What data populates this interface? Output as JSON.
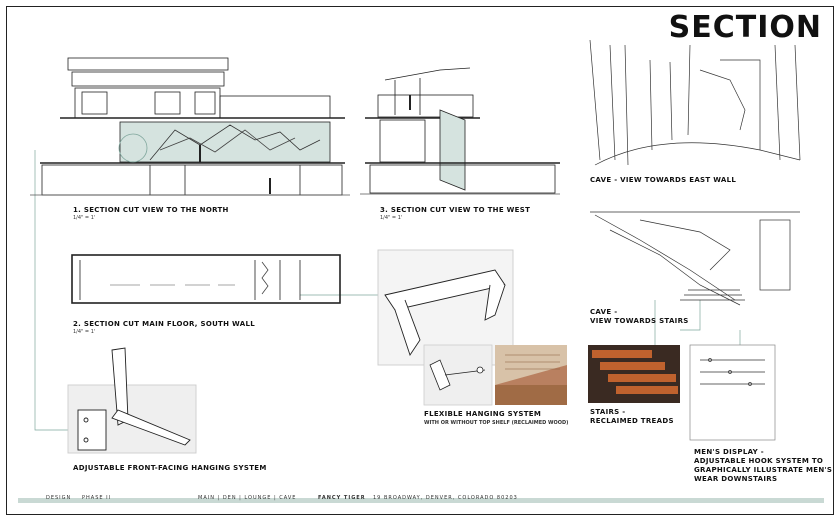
{
  "title": "SECTION",
  "labels": {
    "north": "1. SECTION CUT VIEW TO THE NORTH",
    "north_scale": "1/4\" = 1'",
    "west": "3. SECTION CUT VIEW TO THE WEST",
    "west_scale": "1/4\" = 1'",
    "south": "2. SECTION CUT MAIN FLOOR, SOUTH WALL",
    "south_scale": "1/4\" = 1'",
    "cave_east": "CAVE - VIEW TOWARDS EAST WALL",
    "cave_stairs_1": "CAVE -",
    "cave_stairs_2": "VIEW TOWARDS STAIRS",
    "stairs_1": "STAIRS -",
    "stairs_2": "RECLAIMED TREADS",
    "flex_1": "FLEXIBLE HANGING SYSTEM",
    "flex_2": "WITH OR WITHOUT TOP SHELF (RECLAIMED WOOD)",
    "adjustable": "ADJUSTABLE FRONT-FACING HANGING SYSTEM",
    "mens_1": "MEN'S DISPLAY -",
    "mens_2": "ADJUSTABLE HOOK SYSTEM TO",
    "mens_3": "GRAPHICALLY ILLUSTRATE MEN'S",
    "mens_4": "WEAR DOWNSTAIRS"
  },
  "footer": {
    "item1": "DESIGN",
    "item2": "PHASE II",
    "item3": "MAIN | DEN | LOUNGE | CAVE",
    "item4": "FANCY TIGER",
    "item5": "19 BROADWAY, DENVER, COLORADO 80203"
  },
  "colors": {
    "accent": "#c9d9d4",
    "glass": "#b9cfcb",
    "wood": "#c0622e",
    "line": "#222222"
  }
}
